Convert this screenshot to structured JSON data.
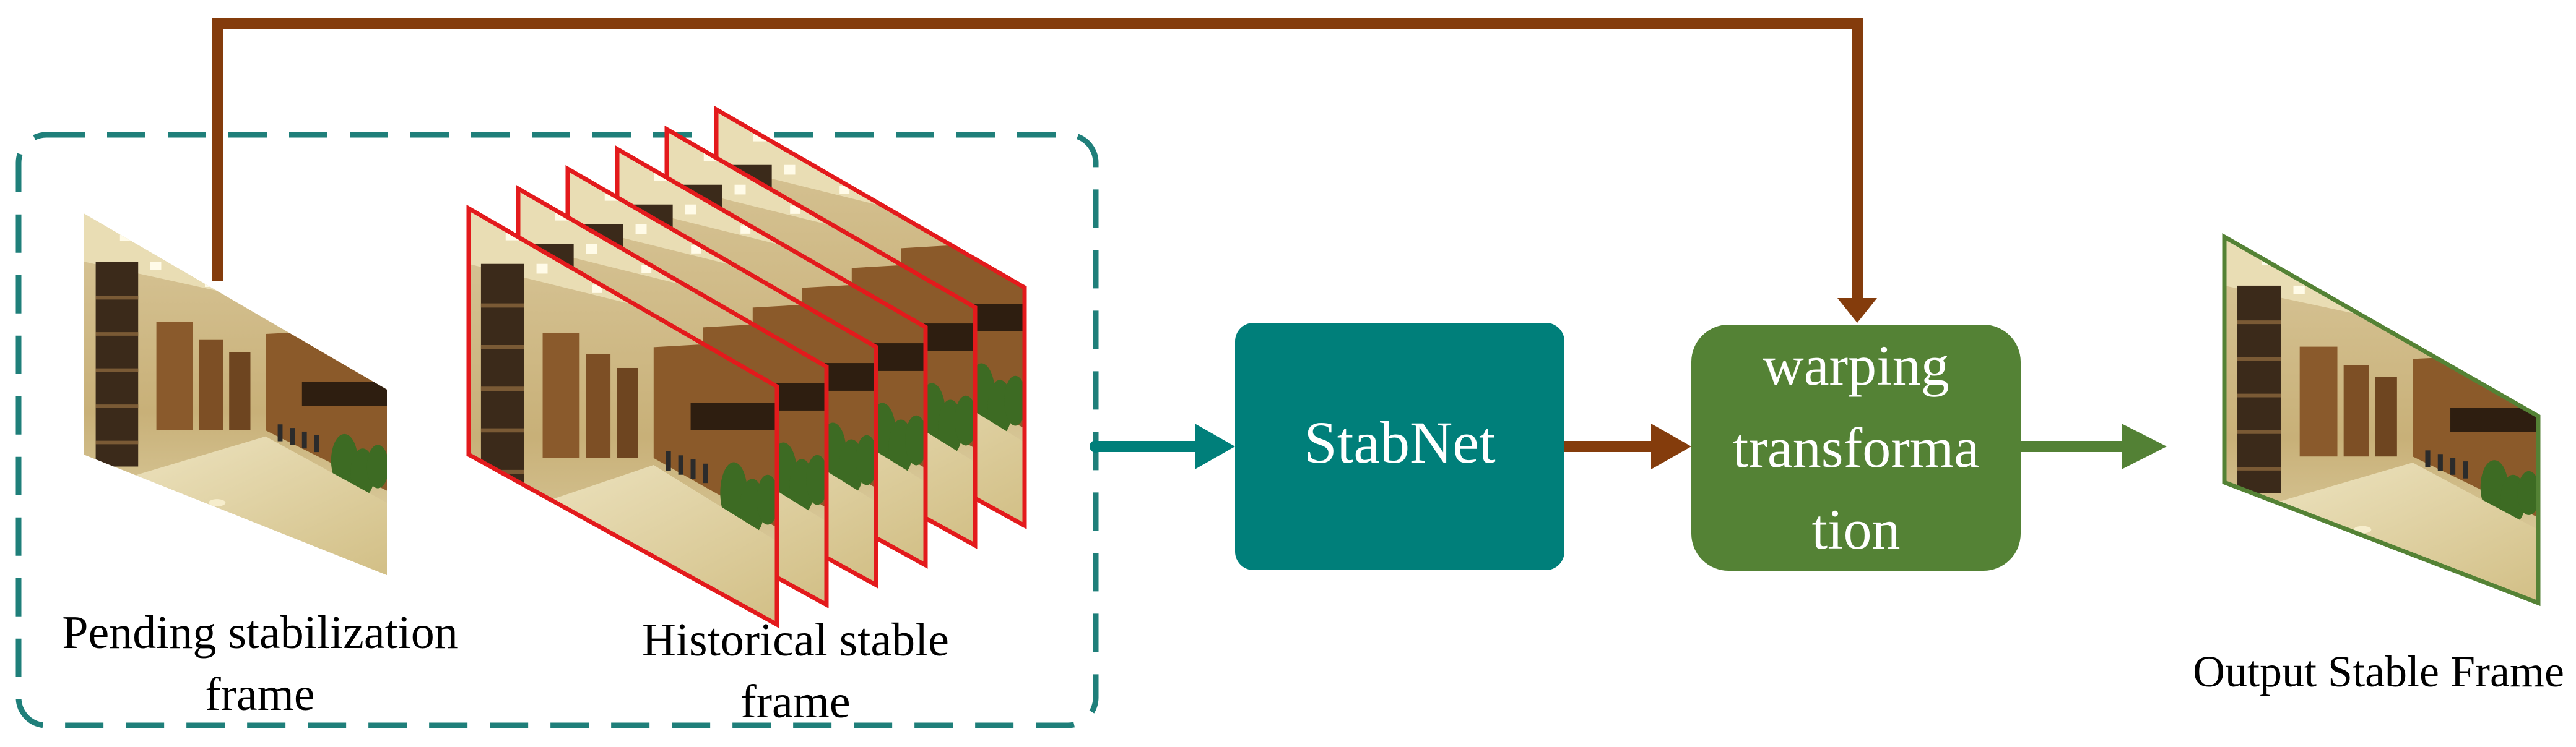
{
  "nodes": {
    "stabnet": {
      "label": "StabNet"
    },
    "warping": {
      "label_lines": [
        "warping",
        "transforma",
        "tion"
      ]
    }
  },
  "labels": {
    "pending": [
      "Pending stabilization",
      "frame"
    ],
    "historical": [
      "Historical stable",
      "frame"
    ],
    "output": "Output Stable Frame"
  },
  "colors": {
    "teal": "#007f7a",
    "teal_dash": "#1f7f7a",
    "brown": "#843c0c",
    "green": "#548235",
    "green_arrow": "#538135",
    "red_border": "#e31a1c",
    "output_border": "#548235"
  },
  "icons": {
    "frame_thumbnail": "library-hall-photo"
  }
}
